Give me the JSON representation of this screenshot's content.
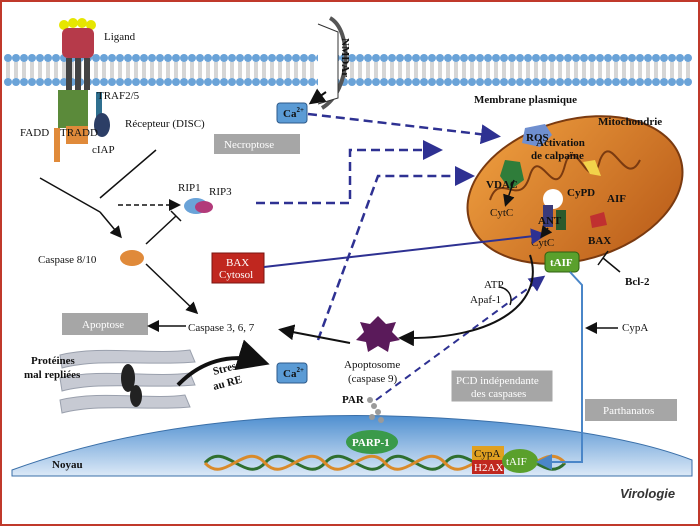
{
  "labels": {
    "ligand": "Ligand",
    "traf": "TRAF2/5",
    "fadd": "FADD",
    "tradd": "TRADD",
    "ciap": "cIAP",
    "receptor_disc": "Récepteur (DISC)",
    "nmdar": "NMDAr",
    "ca_top": "Ca",
    "ca_bottom": "Ca",
    "superscript": "2+",
    "membrane": "Membrane plasmique",
    "mitochondria": "Mitochondrie",
    "necroptose": "Necroptose",
    "rip1": "RIP1",
    "rip3": "RIP3",
    "ros": "ROS",
    "calpain_1": "Activation",
    "calpain_2": "de calpaïne",
    "cypd": "CyPD",
    "aif": "AIF",
    "vdac": "VDAC",
    "cytc_left": "CytC",
    "ant": "ANT",
    "cytc_mid": "CytC",
    "bax_mito": "BAX",
    "caspase810": "Caspase 8/10",
    "bax_cytosol_1": "BAX",
    "bax_cytosol_2": "Cytosol",
    "taif_top": "tAIF",
    "bcl2": "Bcl-2",
    "atp": "ATP",
    "apaf1": "Apaf-1",
    "apoptose": "Apoptose",
    "caspase367": "Caspase 3, 6, 7",
    "apoptosome_1": "Apoptosome",
    "apoptosome_2": "(caspase 9)",
    "cypa_right": "CypA",
    "proteins_1": "Protéines",
    "proteins_2": "mal repliées",
    "stress_1": "Stress",
    "stress_2": "au RE",
    "par": "PAR",
    "pcd_1": "PCD indépendante",
    "pcd_2": "des caspases",
    "parthanatos": "Parthanatos",
    "parp1": "PARP-1",
    "noyau": "Noyau",
    "cypa_nuc": "CypA",
    "h2ax": "H2AX",
    "taif_nuc": "tAIF",
    "logo": "Virologie"
  },
  "colors": {
    "border": "#c0392b",
    "membrane_head": "#6aa3d8",
    "arrow_navy": "#2e3192",
    "nucleus_blue": "#5b9bd5",
    "gray_box": "#a6a6a6",
    "bax_red": "#c0271f",
    "taif_green": "#5aa02c",
    "mito_orange": "#d9772a"
  }
}
